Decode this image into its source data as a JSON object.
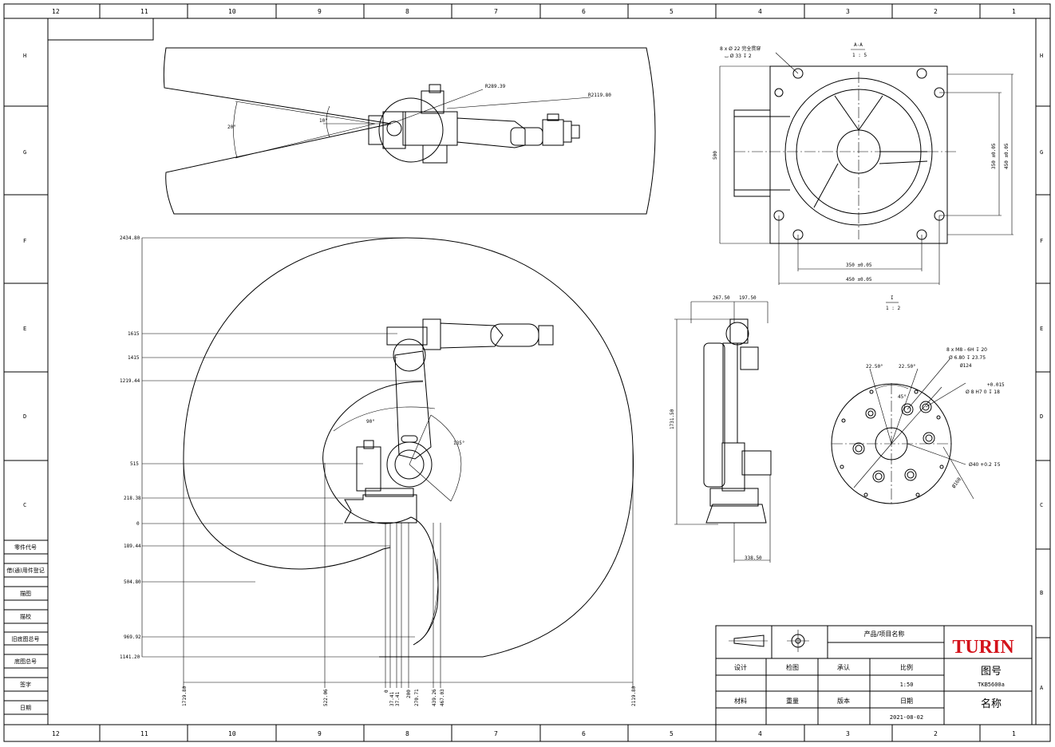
{
  "sheet": {
    "columns": [
      "12",
      "11",
      "10",
      "9",
      "8",
      "7",
      "6",
      "5",
      "4",
      "3",
      "2",
      "1"
    ],
    "rows": [
      "H",
      "G",
      "F",
      "E",
      "D",
      "C",
      "B",
      "A"
    ]
  },
  "left_labels": [
    "零件代号",
    "借(通)用件登记",
    "描图",
    "描校",
    "旧底图总号",
    "底图总号",
    "签字",
    "日期"
  ],
  "top_view": {
    "r_inner": "R289.39",
    "r_outer": "R2119.80",
    "angle_small": "10°",
    "angle_large": "20°"
  },
  "side_view": {
    "heights": [
      "2434.80",
      "1615",
      "1415",
      "1219.44",
      "515",
      "218.38",
      "0",
      "189.44",
      "504.80",
      "969.92",
      "1141.20"
    ],
    "x_dims": [
      "1719.80",
      "522.06",
      "0",
      "37.41",
      "37.41",
      "200",
      "270.71",
      "439.26",
      "467.03",
      "2119.80"
    ],
    "angle_90": "90°",
    "angle_135": "135°"
  },
  "section_view": {
    "title": "A-A",
    "scale": "1 : 5",
    "holes": "8 x Ø 22 完全贯穿",
    "counterbore": "⌴ Ø 33 ↧ 2",
    "dim_500": "500",
    "dim_350_v": "350 ±0.05",
    "dim_450_v": "450 ±0.05",
    "dim_350_h": "350 ±0.05",
    "dim_450_h": "450 ±0.05"
  },
  "front_view": {
    "dim_267": "267.50",
    "dim_197": "197.50",
    "dim_1731": "1731.50",
    "dim_338": "338.50"
  },
  "detail_view": {
    "title": "I",
    "scale": "1 : 2",
    "ang_1": "22.50°",
    "ang_2": "22.50°",
    "ang_45": "45°",
    "thread": "8 x M8 - 6H ↧ 20",
    "drill": "Ø 6.80 ↧ 23.75",
    "pcd": "Ø124",
    "tol": "+0.015",
    "pin": "Ø 8 H7  0   ↧ 18",
    "bore": "Ø40 +0.2 ↧5",
    "dia": "Ø160"
  },
  "title_block": {
    "product_label": "产品/项目名称",
    "brand": "TURIN",
    "design": "设计",
    "check": "检图",
    "approve": "承认",
    "scale_label": "比例",
    "drawing_no_label": "图号",
    "scale_value": "1:50",
    "drawing_no": "TKB5600a",
    "material": "材料",
    "weight": "重量",
    "version": "版本",
    "date_label": "日期",
    "name_label": "名称",
    "date": "2021-08-02"
  }
}
